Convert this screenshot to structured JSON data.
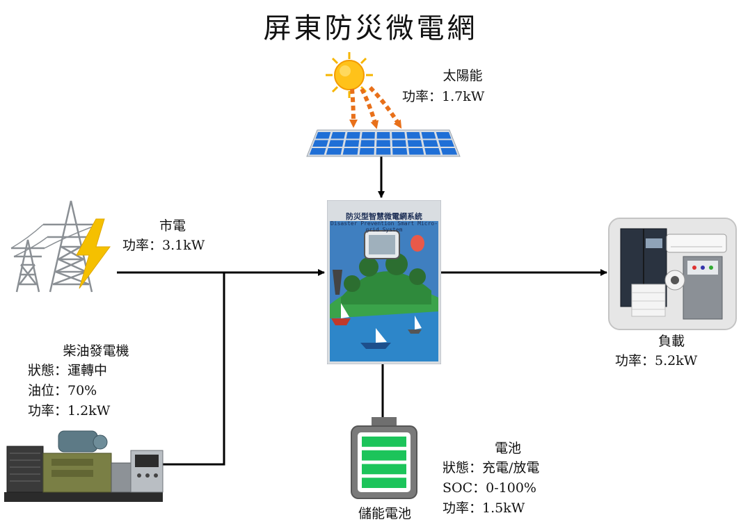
{
  "title": "屏東防災微電網",
  "solar": {
    "name": "太陽能",
    "power": "功率：1.7kW"
  },
  "grid": {
    "name": "市電",
    "power": "功率：3.1kW"
  },
  "diesel": {
    "name": "柴油發電機",
    "state": "狀態：運轉中",
    "oil": "油位：70%",
    "power": "功率：1.2kW"
  },
  "cabinet": {
    "title_cn": "防災型智慧微電網系統",
    "title_en": "Disaster Prevention Smart Micro-grid System"
  },
  "load": {
    "name": "負載",
    "power": "功率：5.2kW"
  },
  "battery": {
    "caption": "儲能電池",
    "name": "電池",
    "state": "狀態：充電/放電",
    "soc": "SOC：0-100%",
    "power": "功率：1.5kW",
    "bars": 4
  },
  "colors": {
    "line": "#000000",
    "solar_blue": "#1f6fd6",
    "arrow_orange": "#e8701a",
    "battery_green": "#1cc45a",
    "bolt": "#f5c000"
  }
}
